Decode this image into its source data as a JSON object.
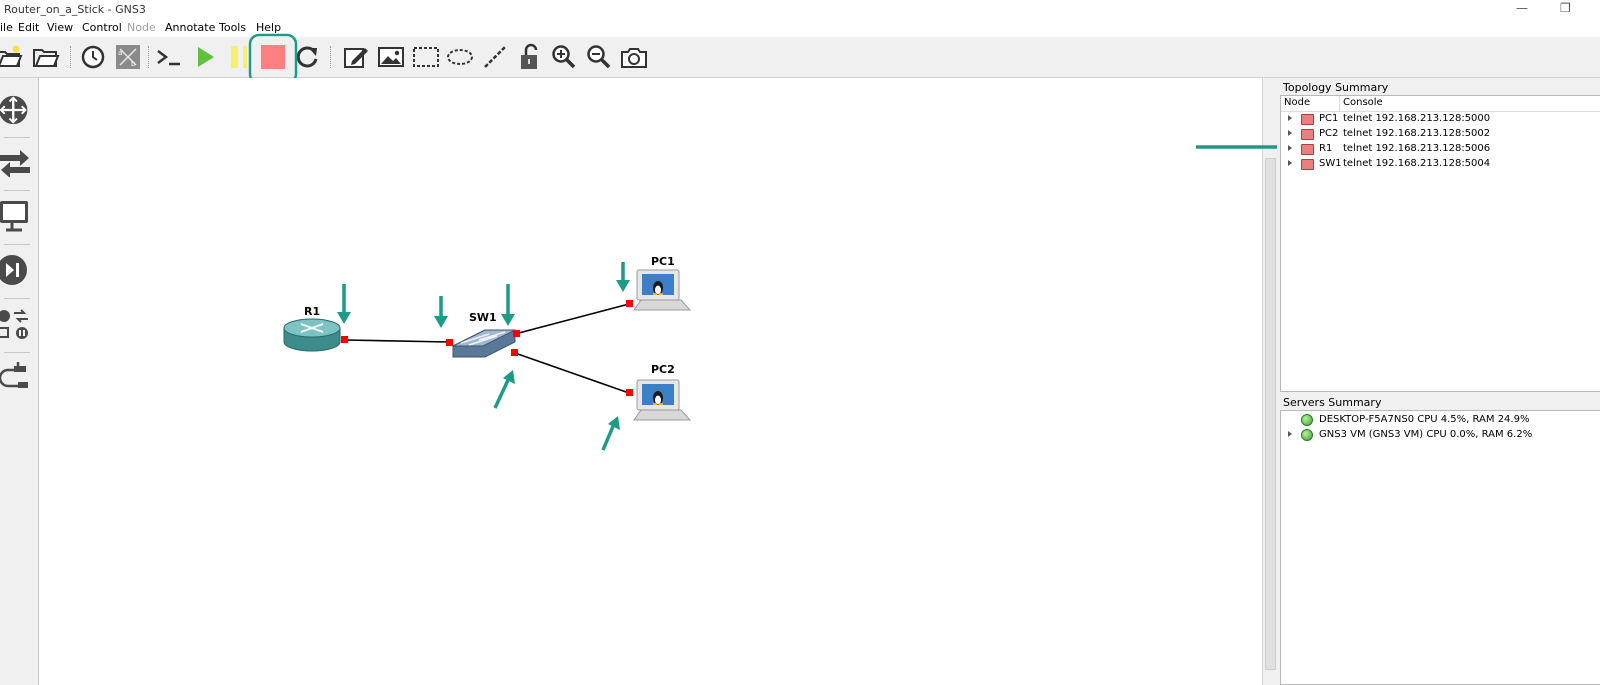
{
  "window": {
    "title": "Router_on_a_Stick - GNS3"
  },
  "menu": [
    {
      "label": "ile",
      "enabled": true
    },
    {
      "label": "Edit",
      "enabled": true
    },
    {
      "label": "View",
      "enabled": true
    },
    {
      "label": "Control",
      "enabled": true
    },
    {
      "label": "Node",
      "enabled": false
    },
    {
      "label": "Annotate",
      "enabled": true
    },
    {
      "label": "Tools",
      "enabled": true
    },
    {
      "label": "Help",
      "enabled": true
    }
  ],
  "toolbar": {
    "icons": [
      "new-project-icon",
      "open-project-icon",
      "snapshot-icon",
      "show-interface-labels-icon",
      "console-all-icon",
      "start-all-icon",
      "suspend-all-icon",
      "stop-all-icon",
      "reload-all-icon",
      "add-note-icon",
      "insert-image-icon",
      "draw-rectangle-icon",
      "draw-ellipse-icon",
      "draw-line-icon",
      "lock-unlock-icon",
      "zoom-in-icon",
      "zoom-out-icon",
      "screenshot-icon"
    ],
    "highlighted": "stop-all-icon",
    "stop_color": "#ff8080",
    "highlight_color": "#1e9b86"
  },
  "device_types": [
    "routers",
    "switches",
    "end-devices",
    "security-devices",
    "all-devices",
    "add-link"
  ],
  "topology": {
    "nodes": [
      {
        "id": "R1",
        "label": "R1",
        "type": "router"
      },
      {
        "id": "SW1",
        "label": "SW1",
        "type": "switch"
      },
      {
        "id": "PC1",
        "label": "PC1",
        "type": "pc"
      },
      {
        "id": "PC2",
        "label": "PC2",
        "type": "pc"
      }
    ],
    "links": [
      {
        "from": "R1",
        "to": "SW1",
        "status": "stopped"
      },
      {
        "from": "SW1",
        "to": "PC1",
        "status": "stopped"
      },
      {
        "from": "SW1",
        "to": "PC2",
        "status": "stopped"
      }
    ],
    "status_color": "#ff0000",
    "annotation_color": "#1e9b86"
  },
  "topology_summary": {
    "title": "Topology Summary",
    "columns": [
      "Node",
      "Console"
    ],
    "rows": [
      {
        "node": "PC1",
        "console": "telnet 192.168.213.128:5000"
      },
      {
        "node": "PC2",
        "console": "telnet 192.168.213.128:5002"
      },
      {
        "node": "R1",
        "console": "telnet 192.168.213.128:5006"
      },
      {
        "node": "SW1",
        "console": "telnet 192.168.213.128:5004"
      }
    ]
  },
  "servers_summary": {
    "title": "Servers Summary",
    "rows": [
      {
        "text": "DESKTOP-F5A7NS0 CPU 4.5%, RAM 24.9%",
        "expandable": false
      },
      {
        "text": "GNS3 VM (GNS3 VM) CPU 0.0%, RAM 6.2%",
        "expandable": true
      }
    ]
  }
}
